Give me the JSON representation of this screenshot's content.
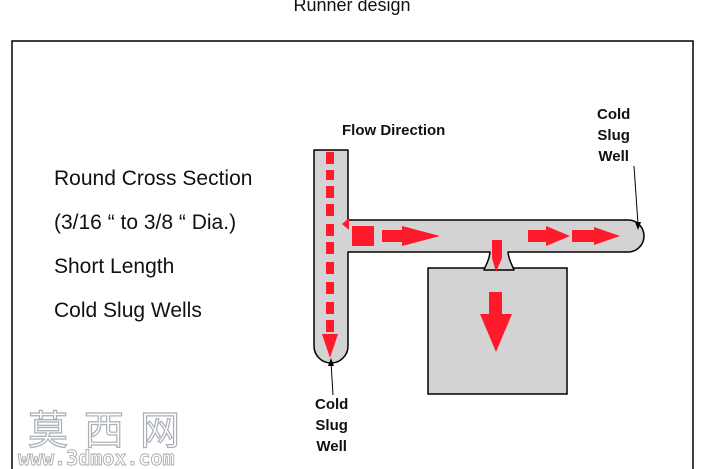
{
  "title": "Runner design",
  "bullets": [
    "Round Cross Section",
    "(3/16 “ to 3/8 “ Dia.)",
    "Short Length",
    "Cold Slug Wells"
  ],
  "labels": {
    "flow_direction": "Flow Direction",
    "cold_slug_well_top": [
      "Cold",
      "Slug",
      "Well"
    ],
    "cold_slug_well_bottom": [
      "Cold",
      "Slug",
      "Well"
    ]
  },
  "watermark": {
    "chinese": "莫西网",
    "url": "www.3dmox.com"
  },
  "colors": {
    "runner_fill": "#d3d3d3",
    "arrow": "#ff1a2b",
    "outline": "#000000",
    "background": "#ffffff"
  }
}
